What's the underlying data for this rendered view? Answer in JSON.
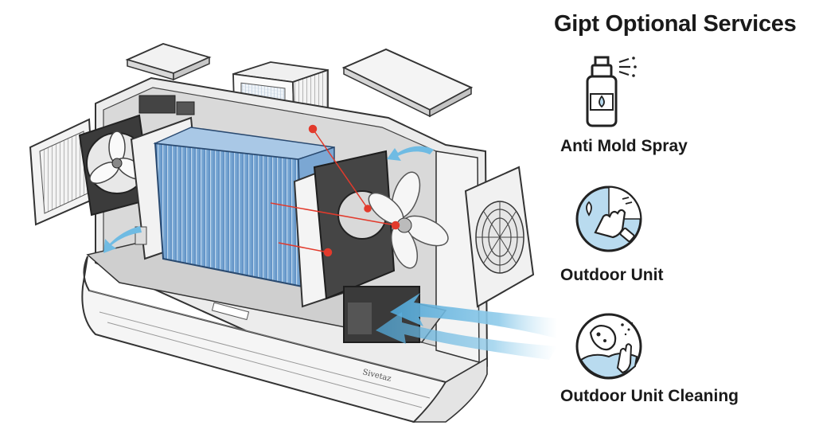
{
  "title": "Gipt Optional Services",
  "unit_brand": "Sivetaz",
  "services": [
    {
      "label": "Anti Mold Spray",
      "icon": "spray-bottle-icon"
    },
    {
      "label": "Outdoor Unit",
      "icon": "hand-cleaning-icon"
    },
    {
      "label": "Outdoor Unit Cleaning",
      "icon": "cleaning-glove-icon"
    }
  ],
  "colors": {
    "airflow": "#5ab4e0",
    "callout": "#e23a2c",
    "coil": "#6a9ecf",
    "icon_fill": "#b9dbef",
    "outline": "#2a2a2a"
  }
}
